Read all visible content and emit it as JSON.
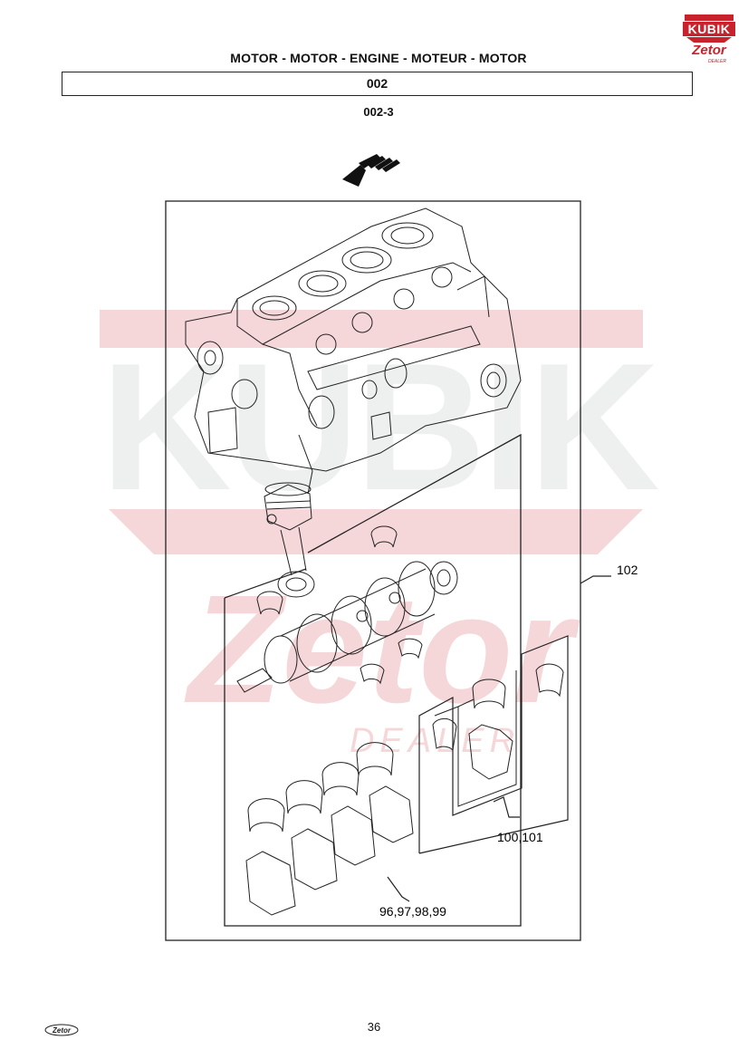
{
  "header": {
    "title": "MOTOR - MOTOR - ENGINE - MOTEUR - MOTOR",
    "section_code": "002",
    "figure_code": "002-3"
  },
  "logo": {
    "top_text": "KUBIK",
    "brand_text": "Zetor",
    "dealer_text": "DEALER"
  },
  "watermark": {
    "brand": "KUBIK",
    "sub_brand": "Zetor",
    "dealer": "DEALER"
  },
  "callouts": {
    "engine_kit": "102",
    "main_bearings": "100,101",
    "rod_bearings": "96,97,98,99"
  },
  "footer": {
    "logo_text": "Zetor",
    "page_number": "36"
  },
  "colors": {
    "logo_red": "#c8232c",
    "watermark_red": "#f6d7d9",
    "watermark_gray": "#edf0ee",
    "line": "#222222"
  }
}
